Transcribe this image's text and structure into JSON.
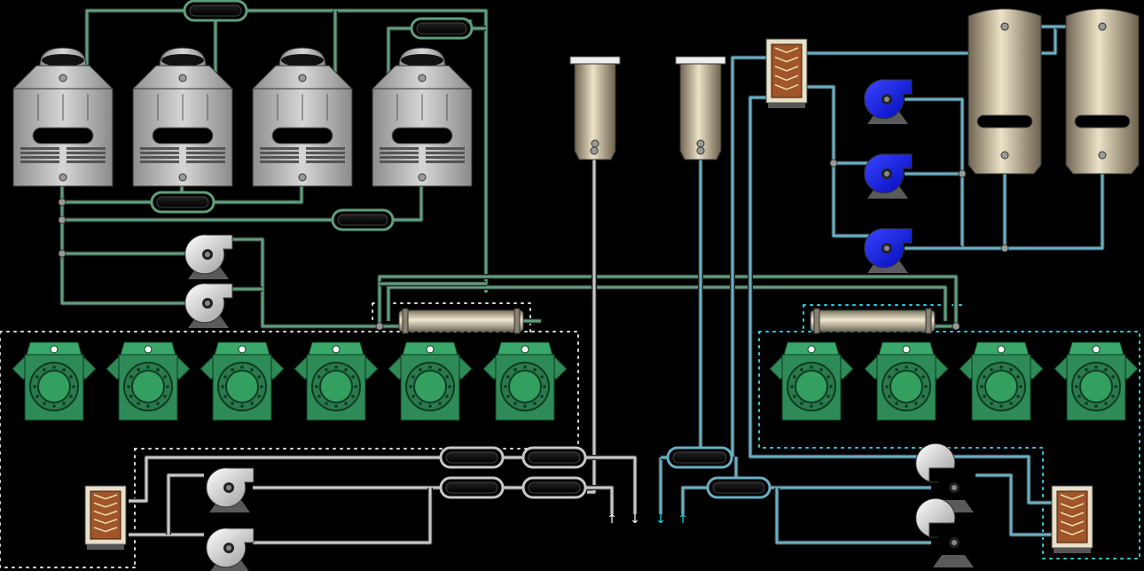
{
  "diagram": {
    "cooling_towers": {
      "count": 4
    },
    "condenser_pumps": {
      "count": 2
    },
    "chilled_water_pumps": {
      "count": 3
    },
    "storage_tanks": {
      "count": 2
    },
    "expansion_tanks": {
      "count": 2
    },
    "plate_heat_exchangers": {
      "count": 3
    },
    "left_compressor_bank": {
      "count": 6
    },
    "right_compressor_bank": {
      "count": 4
    },
    "left_loop_pumps": {
      "count": 2
    },
    "right_loop_pumps": {
      "count": 2
    },
    "flow_arrows": [
      "↑",
      "↓",
      "↓",
      "↑"
    ]
  },
  "colors": {
    "condenser_pipe": "#5f9e7d",
    "chilled_pipe": "#6aaec2",
    "process_pipe": "#c8c8c8",
    "compressor": "#2e8b57",
    "pump_blue": "#0a14ff",
    "tank": "#c9bc9c",
    "dotted_border": "#d8d8d8",
    "dotted_border_cyan": "#37c8d8",
    "exchanger_core": "#a0552a",
    "arrow_white": "#ffffff",
    "arrow_cyan": "#20e0f0"
  }
}
